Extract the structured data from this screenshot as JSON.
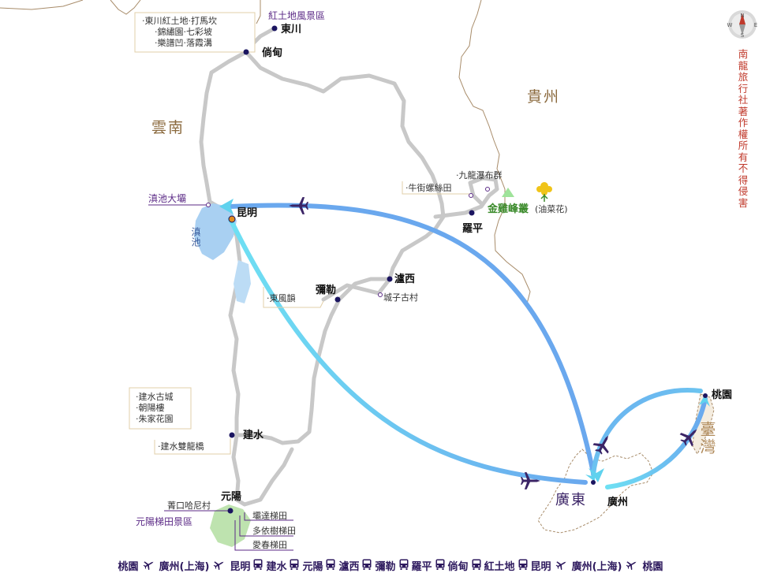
{
  "regions": {
    "yunnan": "雲南",
    "guizhou": "貴州",
    "taiwan": "臺灣"
  },
  "copyright": "南龍旅行社 著作權所有 不得侵害",
  "compass": {
    "n": "N",
    "s": "S",
    "e": "E",
    "w": "W"
  },
  "cities": {
    "dongchuan": "東川",
    "yidian": "倘甸",
    "kunming": "昆明",
    "mile": "彌勒",
    "luxi": "瀘西",
    "luoping": "羅平",
    "jianshui": "建水",
    "yuanyang": "元陽",
    "guangdong": "廣東",
    "guangzhou": "廣州",
    "taoyuan": "桃園"
  },
  "scenic": {
    "hongtudi_title": "紅土地風景區",
    "hongtudi_spots": [
      "‧東川紅土地‧打馬坎",
      "‧錦繡園‧七彩坡",
      "‧樂譜凹‧落霞溝"
    ],
    "dianchi_dam": "滇池大壩",
    "dianchi_lake": "滇池",
    "dongfengyun": "‧東風韻",
    "chengzi": "城子古村",
    "jiulong": "‧九龍瀑布群",
    "niujie": "‧牛街螺絲田",
    "jinji": "金雞峰叢",
    "rapeseed": "(油菜花)",
    "jianshui_spots": [
      "‧建水古城",
      "‧朝陽樓",
      "‧朱家花園"
    ],
    "shuanglong": "‧建水雙龍橋",
    "yuanyang_title": "元陽梯田景區",
    "jingkou": "菁口哈尼村",
    "terraces": [
      "壩達梯田",
      "多依樹梯田",
      "愛春梯田"
    ]
  },
  "itinerary": [
    {
      "label": "桃園",
      "next": "plane"
    },
    {
      "label": "廣州(上海)",
      "next": "plane"
    },
    {
      "label": "昆明",
      "next": "bus"
    },
    {
      "label": "建水",
      "next": "bus"
    },
    {
      "label": "元陽",
      "next": "bus"
    },
    {
      "label": "瀘西",
      "next": "bus"
    },
    {
      "label": "彌勒",
      "next": "bus"
    },
    {
      "label": "羅平",
      "next": "bus"
    },
    {
      "label": "倘甸",
      "next": "bus"
    },
    {
      "label": "紅土地",
      "next": "bus"
    },
    {
      "label": "昆明",
      "next": "plane"
    },
    {
      "label": "廣州(上海)",
      "next": "plane"
    },
    {
      "label": "桃園",
      "next": ""
    }
  ],
  "colors": {
    "road": "#c8c8c8",
    "flight_light": "#5fd2ee",
    "flight_dark": "#6aaeee",
    "border": "#a88c6a",
    "plane": "#3b2466",
    "dot": "#1b1560",
    "accent_purple": "#5b2a86",
    "copyright_red": "#c0392b"
  }
}
